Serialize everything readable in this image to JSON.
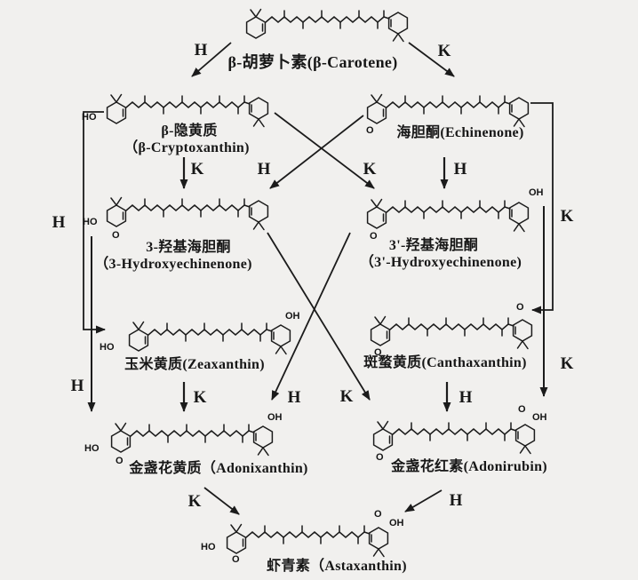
{
  "diagram_type": "biosynthetic-pathway",
  "steps": {
    "h": "H",
    "k": "K"
  },
  "atoms": {
    "ho": "HO",
    "o": "O",
    "oh": "OH"
  },
  "labels": {
    "carotene": "β-胡萝卜素(β-Carotene)",
    "cryptoxanthin_zh": "β-隐黄质",
    "cryptoxanthin_en": "（β-Cryptoxanthin)",
    "echinenone": "海胆酮(Echinenone)",
    "hydroxyechinenone3_zh": "3-羟基海胆酮",
    "hydroxyechinenone3_en": "（3-Hydroxyechinenone)",
    "hydroxyechinenone3p_zh": "3'-羟基海胆酮",
    "hydroxyechinenone3p_en": "（3'-Hydroxyechinenone)",
    "zeaxanthin": "玉米黄质(Zeaxanthin)",
    "canthaxanthin": "斑蝥黄质(Canthaxanthin)",
    "adonixanthin": "金盏花黄质（Adonixanthin)",
    "adonirubin": "金盏花红素(Adonirubin)",
    "astaxanthin": "虾青素（Astaxanthin)"
  },
  "reactions": [
    {
      "from": "β-Carotene",
      "to": "β-Cryptoxanthin",
      "enzyme": "H"
    },
    {
      "from": "β-Carotene",
      "to": "Echinenone",
      "enzyme": "K"
    },
    {
      "from": "β-Cryptoxanthin",
      "to": "3-Hydroxyechinenone",
      "enzyme": "K"
    },
    {
      "from": "β-Cryptoxanthin",
      "to": "3'-Hydroxyechinenone",
      "enzyme": "K"
    },
    {
      "from": "Echinenone",
      "to": "3-Hydroxyechinenone",
      "enzyme": "H"
    },
    {
      "from": "Echinenone",
      "to": "3'-Hydroxyechinenone",
      "enzyme": "H"
    },
    {
      "from": "β-Cryptoxanthin",
      "to": "Zeaxanthin",
      "enzyme": "H"
    },
    {
      "from": "Echinenone",
      "to": "Canthaxanthin",
      "enzyme": "K"
    },
    {
      "from": "3-Hydroxyechinenone",
      "to": "Adonixanthin",
      "enzyme": "H"
    },
    {
      "from": "3-Hydroxyechinenone",
      "to": "Adonirubin",
      "enzyme": "K"
    },
    {
      "from": "3'-Hydroxyechinenone",
      "to": "Adonixanthin",
      "enzyme": "H"
    },
    {
      "from": "3'-Hydroxyechinenone",
      "to": "Adonirubin",
      "enzyme": "K"
    },
    {
      "from": "Zeaxanthin",
      "to": "Adonixanthin",
      "enzyme": "K"
    },
    {
      "from": "Canthaxanthin",
      "to": "Adonirubin",
      "enzyme": "H"
    },
    {
      "from": "Adonixanthin",
      "to": "Astaxanthin",
      "enzyme": "K"
    },
    {
      "from": "Adonirubin",
      "to": "Astaxanthin",
      "enzyme": "H"
    }
  ],
  "ink_color": "#1b1b1b"
}
